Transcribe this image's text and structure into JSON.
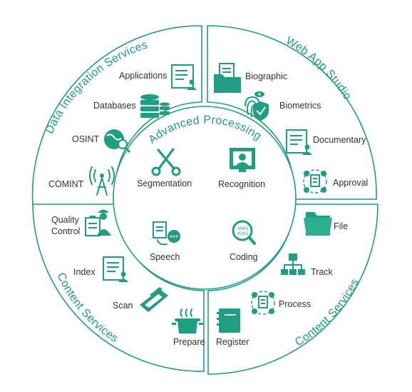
{
  "diagram": {
    "colors": {
      "accent": "#1f9e81",
      "text": "#333333",
      "background": "#ffffff"
    },
    "center": {
      "title": "Advanced Processing",
      "items": [
        "Segmentation",
        "Recognition",
        "Speech",
        "Coding"
      ]
    },
    "quadrants": {
      "top_left": {
        "title": "Data Integration Services",
        "items": [
          "Applications",
          "Databases",
          "OSINT",
          "COMINT"
        ]
      },
      "top_right": {
        "title": "Web App Studio",
        "items": [
          "Biographic",
          "Biometrics",
          "Documentary",
          "Approval"
        ]
      },
      "bottom_left": {
        "title": "Content Services",
        "items": [
          "Quality",
          "Control",
          "Index",
          "Scan",
          "Prepare"
        ]
      },
      "bottom_right": {
        "title": "Content Services",
        "items": [
          "File",
          "Track",
          "Process",
          "Register"
        ]
      }
    }
  }
}
